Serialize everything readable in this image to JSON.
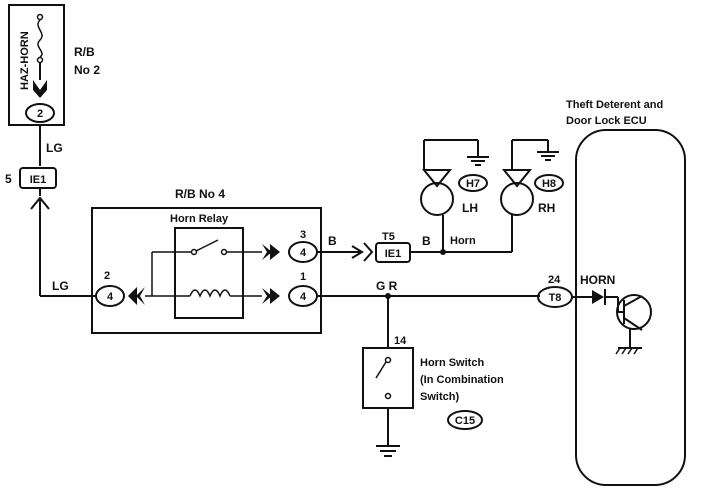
{
  "fuse": {
    "name": "HAZ-HORN",
    "location_line1": "R/B",
    "location_line2": "No 2",
    "pin": "2"
  },
  "wires": {
    "lg_upper": "LG",
    "lg_left": "LG",
    "b_first": "B",
    "b_second": "B",
    "horn": "Horn",
    "gr": "G R"
  },
  "connector_ie1_left": {
    "prefix": "5",
    "label": "IE1"
  },
  "relay_block": {
    "title": "R/B No 4",
    "relay_name": "Horn Relay",
    "pin_left_num": "2",
    "pin_left": "4",
    "pin_top_num": "3",
    "pin_top": "4",
    "pin_bottom_num": "1",
    "pin_bottom": "4"
  },
  "connector_ie1_right": {
    "pin": "T5",
    "label": "IE1"
  },
  "horns": [
    {
      "code": "H7",
      "side": "LH"
    },
    {
      "code": "H8",
      "side": "RH"
    }
  ],
  "switch": {
    "pin": "14",
    "line1": "Horn Switch",
    "line2": "(In Combination",
    "line3": "Switch)",
    "code": "C15"
  },
  "ecu": {
    "line1": "Theft Deterent and",
    "line2": "Door Lock ECU",
    "pin_num": "24",
    "pin": "T8",
    "terminal": "HORN"
  }
}
